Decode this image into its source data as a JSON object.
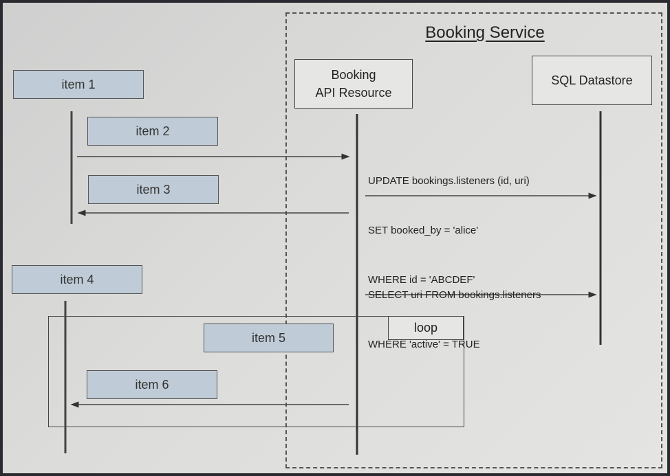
{
  "diagram": {
    "service_title": "Booking Service",
    "participants": {
      "api": {
        "line1": "Booking",
        "line2": "API Resource"
      },
      "sql": {
        "label": "SQL Datastore"
      }
    },
    "items": [
      "item 1",
      "item 2",
      "item 3",
      "item 4",
      "item 5",
      "item 6"
    ],
    "messages": {
      "update": {
        "line1": "UPDATE bookings.listeners (id, uri)",
        "line2": "SET booked_by = 'alice'",
        "line3": "WHERE id = 'ABCDEF'"
      },
      "select": {
        "line1": "SELECT uri FROM bookings.listeners",
        "line2": "WHERE 'active' = TRUE"
      }
    },
    "loop_label": "loop",
    "colors": {
      "item_fill": "#bfcbd6",
      "line": "#444444",
      "background": "#dcdcda"
    }
  }
}
